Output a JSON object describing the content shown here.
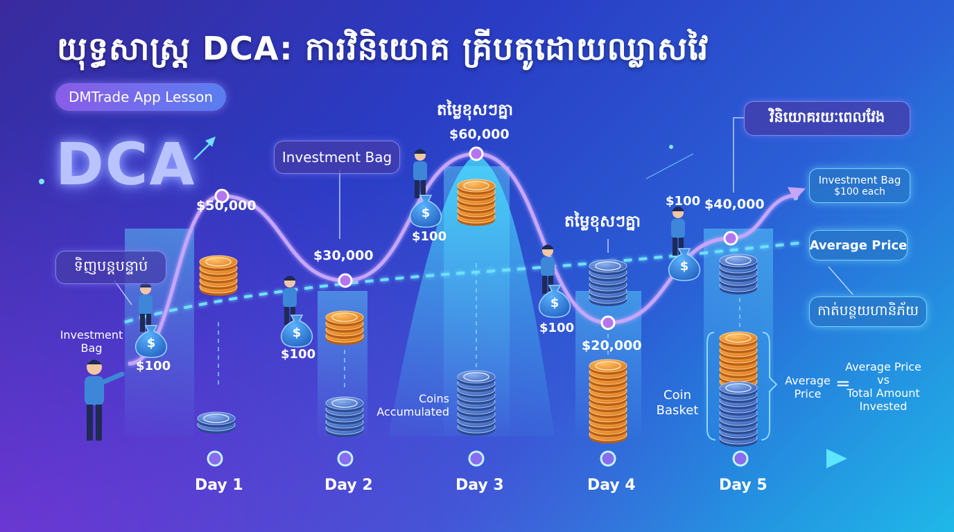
{
  "header": {
    "title": "យុទ្ធសាស្ត្រ DCA: ការវិនិយោគ គ្រីបតូដោយឈ្លាសវៃ",
    "lesson_badge": "DMTrade App Lesson",
    "logo_text": "DCA"
  },
  "callouts": {
    "buy_regularly": "ទិញបន្តបន្ទាប់",
    "investment_bag_top": "Investment Bag",
    "diff_price_1": "តម្លៃខុសៗគ្នា",
    "diff_price_2": "តម្លៃខុសៗគ្នា",
    "long_term": "វិនិយោគរយៈពេលវែង",
    "investment_bag_each_1": "Investment Bag",
    "investment_bag_each_2": "$100 each",
    "average_price": "Average Price",
    "reduce_risk": "កាត់បន្ថយហានិភ័យ",
    "investment_bag_left_1": "Investment",
    "investment_bag_left_2": "Bag",
    "coins_accumulated_1": "Coins",
    "coins_accumulated_2": "Accumulated",
    "coin_basket_1": "Coin",
    "coin_basket_2": "Basket",
    "avg_price_left_1": "Average",
    "avg_price_left_2": "Price",
    "equals": "=",
    "avg_vs_1": "Average Price",
    "avg_vs_2": "vs",
    "avg_vs_3": "Total Amount",
    "avg_vs_4": "Invested"
  },
  "chart_data": {
    "type": "line",
    "categories": [
      "Day 1",
      "Day 2",
      "Day 3",
      "Day 4",
      "Day 5"
    ],
    "series": [
      {
        "name": "",
        "values": [
          50000,
          30000,
          60000,
          20000,
          40000
        ]
      }
    ],
    "price_labels": [
      "$50,000",
      "$30,000",
      "$60,000",
      "$20,000",
      "$40,000"
    ],
    "investment_labels": [
      "$100",
      "$100",
      "$100",
      "$100",
      "$100"
    ],
    "title": "",
    "xlabel": "",
    "ylabel": "",
    "grid": false,
    "colors": {
      "price_line": "#c7a6ff",
      "average_line": "#6fe0ff",
      "axis": "#5fe6ff",
      "point": "#b476f0"
    }
  },
  "colors": {
    "bitcoin_coin": "#f29a3a",
    "eth_coin": "#4f7ed9",
    "person": "#3e87d8"
  },
  "icons": [
    "bitcoin-icon",
    "ethereum-icon",
    "dollar-icon",
    "arrow-right-icon",
    "person-icon",
    "money-bag-icon"
  ]
}
